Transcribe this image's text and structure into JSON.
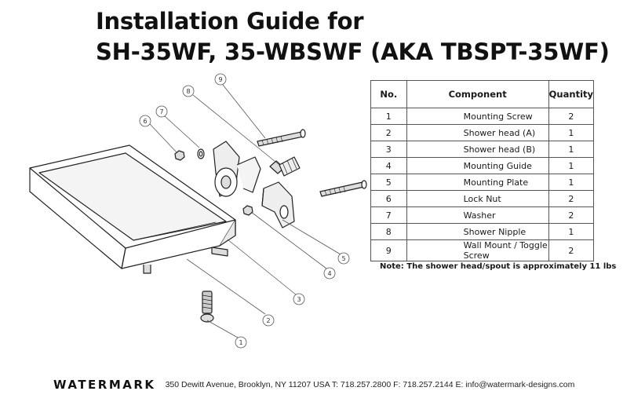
{
  "header": {
    "title_line1": "Installation Guide for",
    "title_line2": "SH-35WF, 35-WBSWF (AKA TBSPT-35WF)"
  },
  "parts_table": {
    "headers": [
      "No.",
      "Component",
      "Quantity"
    ],
    "rows": [
      {
        "no": "1",
        "component": "Mounting Screw",
        "qty": "2"
      },
      {
        "no": "2",
        "component": "Shower head (A)",
        "qty": "1"
      },
      {
        "no": "3",
        "component": "Shower head (B)",
        "qty": "1"
      },
      {
        "no": "4",
        "component": "Mounting Guide",
        "qty": "1"
      },
      {
        "no": "5",
        "component": "Mounting Plate",
        "qty": "1"
      },
      {
        "no": "6",
        "component": "Lock Nut",
        "qty": "2"
      },
      {
        "no": "7",
        "component": "Washer",
        "qty": "2"
      },
      {
        "no": "8",
        "component": "Shower Nipple",
        "qty": "1"
      },
      {
        "no": "9",
        "component": "Wall Mount / Toggle Screw",
        "qty": "2"
      }
    ]
  },
  "note": "Note: The shower head/spout is approximately 11 lbs",
  "diagram": {
    "callouts": [
      "1",
      "2",
      "3",
      "4",
      "5",
      "6",
      "7",
      "8",
      "9"
    ]
  },
  "footer": {
    "logo": "WATERMARK",
    "address": "350 Dewitt Avenue, Brooklyn, NY  11207 USA  T: 718.257.2800  F: 718.257.2144  E: info@watermark-designs.com"
  }
}
